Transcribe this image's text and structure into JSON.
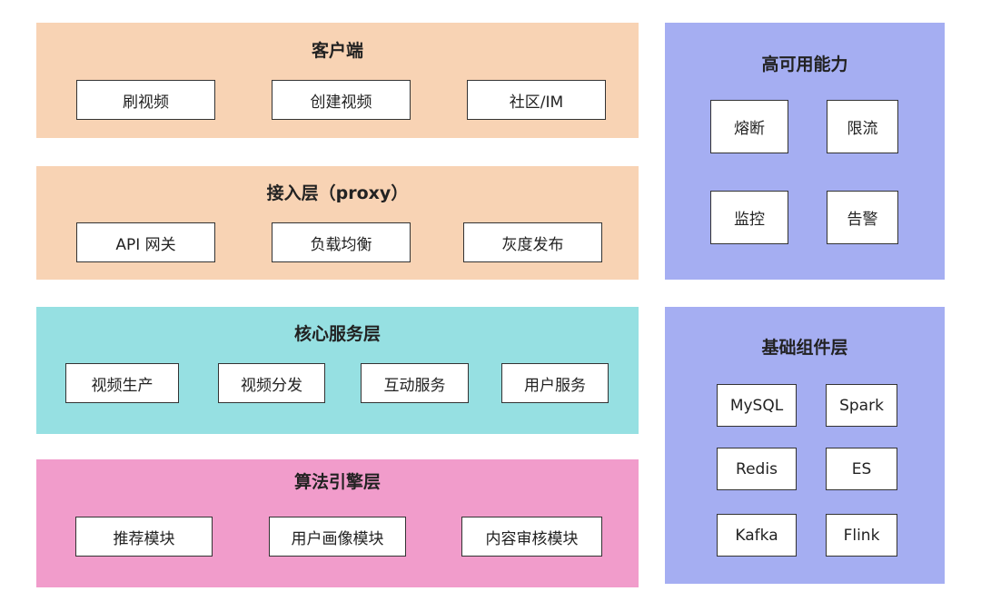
{
  "client": {
    "title": "客户端",
    "items": [
      "刷视频",
      "创建视频",
      "社区/IM"
    ]
  },
  "access": {
    "title": "接入层（proxy）",
    "items": [
      "API 网关",
      "负载均衡",
      "灰度发布"
    ]
  },
  "core": {
    "title": "核心服务层",
    "items": [
      "视频生产",
      "视频分发",
      "互动服务",
      "用户服务"
    ]
  },
  "algo": {
    "title": "算法引擎层",
    "items": [
      "推荐模块",
      "用户画像模块",
      "内容审核模块"
    ]
  },
  "ha": {
    "title": "高可用能力",
    "items": [
      "熔断",
      "限流",
      "监控",
      "告警"
    ]
  },
  "infra": {
    "title": "基础组件层",
    "items": [
      "MySQL",
      "Spark",
      "Redis",
      "ES",
      "Kafka",
      "Flink"
    ]
  },
  "colors": {
    "client_bg": "#f8d3b4",
    "core_bg": "#96e0e2",
    "algo_bg": "#f19ccb",
    "side_bg": "#a5aef2",
    "box_border": "#333333"
  }
}
